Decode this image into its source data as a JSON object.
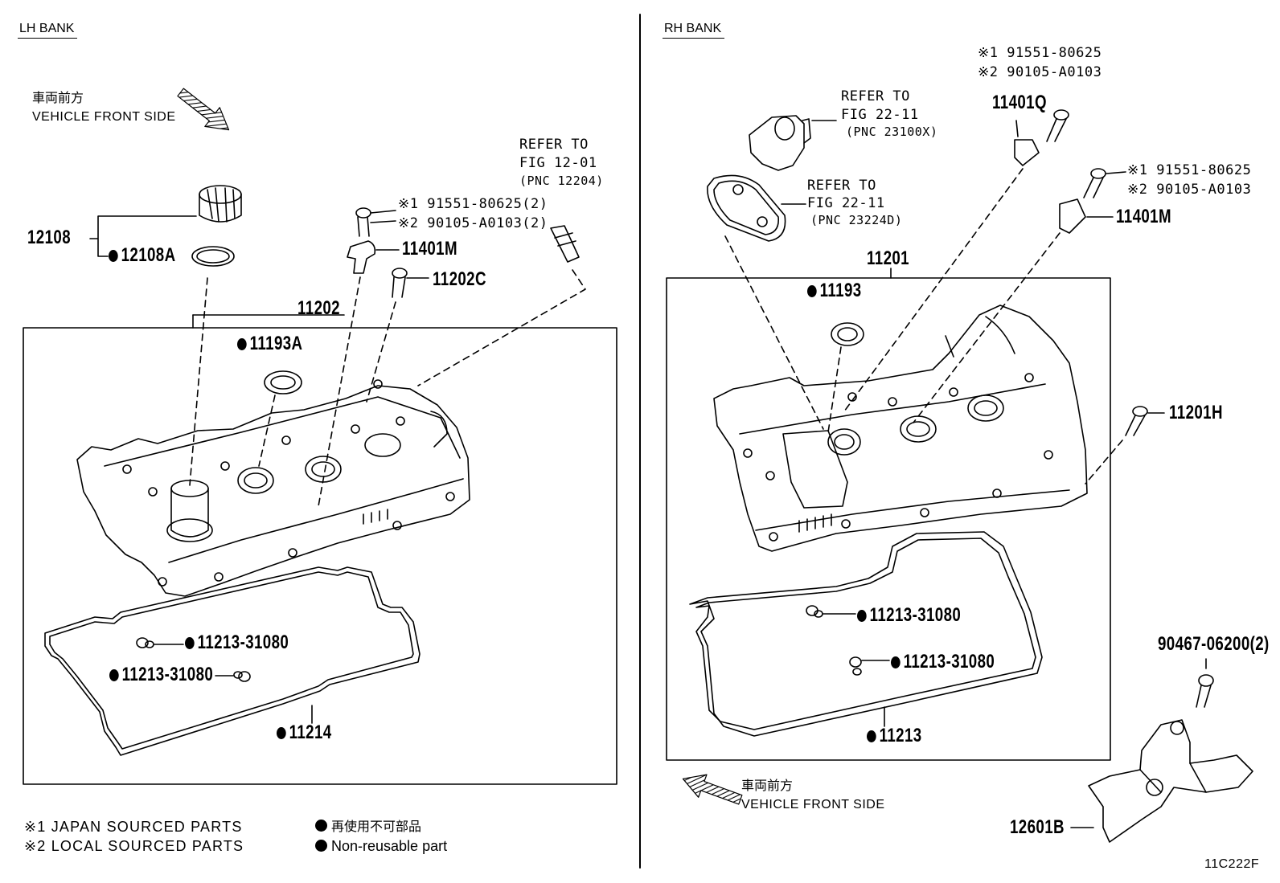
{
  "lh": {
    "bank": "LH BANK",
    "front_jp": "車両前方",
    "front_en": "VEHICLE FRONT SIDE",
    "p12108": "12108",
    "p12108A": "12108A",
    "p11202": "11202",
    "p11193A": "11193A",
    "p11401M": "11401M",
    "p11202C": "11202C",
    "bolt1": "※1 91551-80625(2)",
    "bolt2": "※2 90105-A0103(2)",
    "ref1": "REFER TO",
    "ref2": "FIG 12-01",
    "ref3": "(PNC 12204)",
    "plug1": "11213-31080",
    "plug2": "11213-31080",
    "p11214": "11214"
  },
  "rh": {
    "bank": "RH BANK",
    "top_bolt1": "※1 91551-80625",
    "top_bolt2": "※2 90105-A0103",
    "p11401Q": "11401Q",
    "ref_a1": "REFER TO",
    "ref_a2": "FIG 22-11",
    "ref_a3": "(PNC 23100X)",
    "ref_b1": "REFER TO",
    "ref_b2": "FIG 22-11",
    "ref_b3": "(PNC 23224D)",
    "mid_bolt1": "※1 91551-80625",
    "mid_bolt2": "※2 90105-A0103",
    "p11401M": "11401M",
    "p11201": "11201",
    "p11193": "11193",
    "p11201H": "11201H",
    "plug1": "11213-31080",
    "plug2": "11213-31080",
    "p11213": "11213",
    "p90467": "90467-06200(2)",
    "p12601B": "12601B",
    "front_jp": "車両前方",
    "front_en": "VEHICLE FRONT SIDE"
  },
  "legend": {
    "l1": "※1 JAPAN SOURCED PARTS",
    "l2": "※2 LOCAL SOURCED PARTS",
    "nr_jp": "再使用不可部品",
    "nr_en": "Non-reusable part"
  },
  "fig_id": "11C222F"
}
